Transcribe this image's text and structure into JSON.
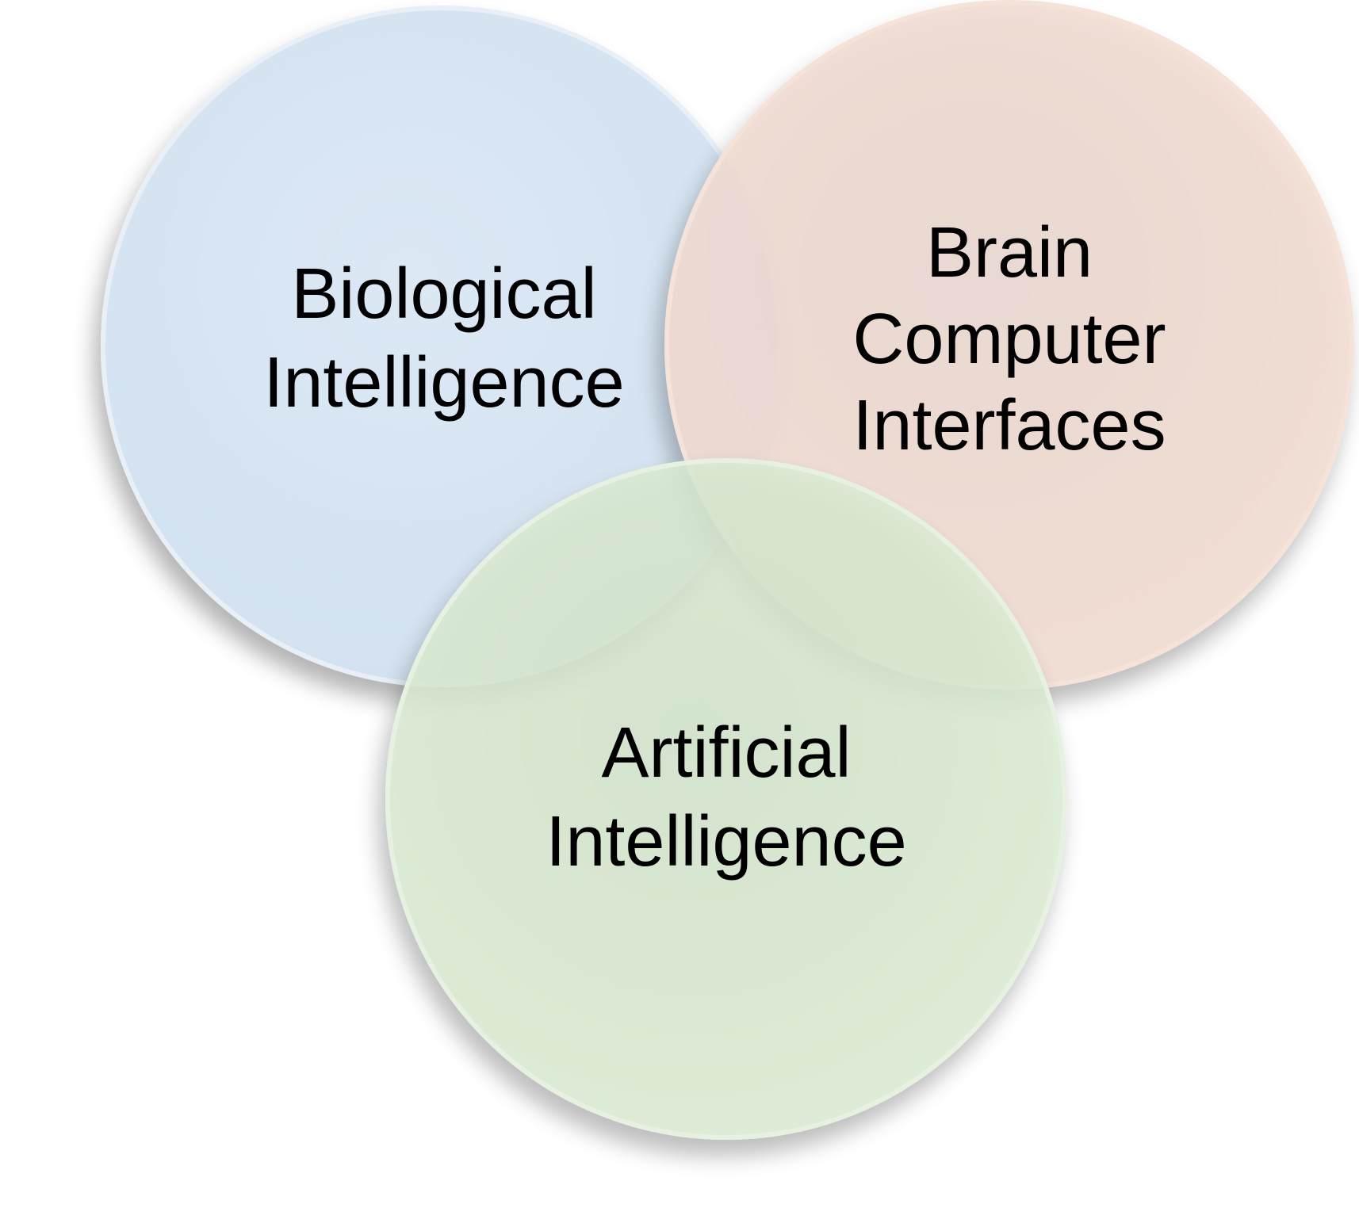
{
  "diagram": {
    "type": "venn",
    "circles": [
      {
        "id": "biological",
        "lines": [
          "Biological",
          "Intelligence"
        ],
        "color": "#d9e6f3"
      },
      {
        "id": "bci",
        "lines": [
          "Brain",
          "Computer",
          "Interfaces"
        ],
        "color": "#f2ddd3"
      },
      {
        "id": "ai",
        "lines": [
          "Artificial",
          "Intelligence"
        ],
        "color": "#d6e8cf"
      }
    ]
  }
}
